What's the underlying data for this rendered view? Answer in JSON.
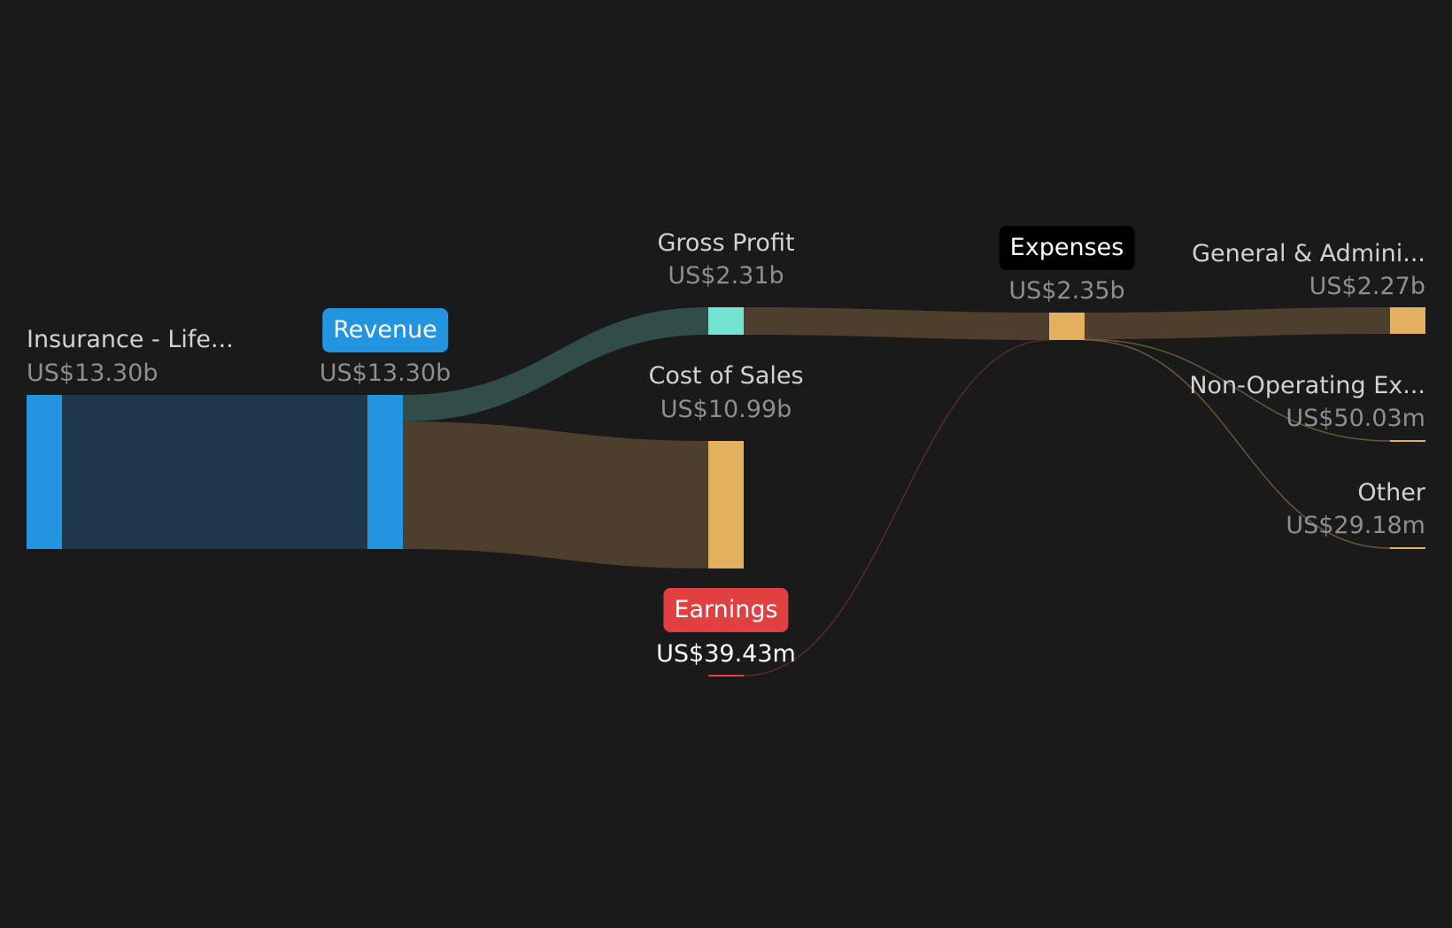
{
  "diagram": {
    "type": "sankey",
    "colors": {
      "background": "#1a1a1a",
      "revenue_node": "#2394e0",
      "revenue_link": "#1e3849",
      "gross_profit_node": "#72e3d0",
      "gross_profit_link": "#304d4a",
      "cost_node": "#e3b05f",
      "cost_link": "#4d3e2d",
      "earnings_node": "#e04040",
      "earnings_link": "#5a2a2a",
      "expense_thin_link": "#6a5638"
    },
    "nodes": {
      "insurance": {
        "label": "Insurance - Life...",
        "value": "US$13.30b"
      },
      "revenue": {
        "label": "Revenue",
        "value": "US$13.30b"
      },
      "gross_profit": {
        "label": "Gross Profit",
        "value": "US$2.31b"
      },
      "cost_of_sales": {
        "label": "Cost of Sales",
        "value": "US$10.99b"
      },
      "earnings": {
        "label": "Earnings",
        "value": "US$39.43m"
      },
      "expenses": {
        "label": "Expenses",
        "value": "US$2.35b"
      },
      "general_admin": {
        "label": "General & Admini...",
        "value": "US$2.27b"
      },
      "non_operating": {
        "label": "Non-Operating Ex...",
        "value": "US$50.03m"
      },
      "other": {
        "label": "Other",
        "value": "US$29.18m"
      }
    }
  }
}
